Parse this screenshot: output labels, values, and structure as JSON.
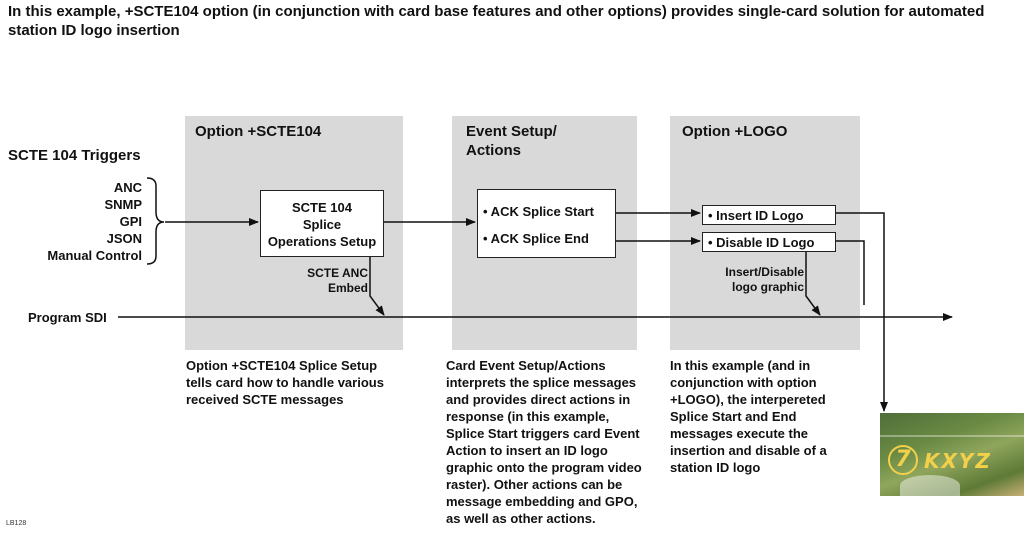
{
  "heading": "In this example, +SCTE104 option (in conjunction with card base features and other options) provides single-card solution for automated station ID logo insertion",
  "triggers": {
    "title": "SCTE 104 Triggers",
    "items": [
      "ANC",
      "SNMP",
      "GPI",
      "JSON",
      "Manual Control"
    ]
  },
  "program_sdi": "Program SDI",
  "panels": {
    "scte104": {
      "title": "Option +SCTE104",
      "box": [
        "SCTE 104",
        "Splice",
        "Operations Setup"
      ],
      "embed_label": [
        "SCTE ANC",
        "Embed"
      ],
      "description": "Option +SCTE104 Splice Setup tells card how to handle various received SCTE messages"
    },
    "event": {
      "title": "Event Setup/ Actions",
      "items": [
        "• ACK Splice Start",
        "• ACK Splice End"
      ],
      "description": "Card Event Setup/Actions interprets the splice messages and provides direct actions in response (in this example, Splice Start triggers card Event Action to insert an ID logo graphic onto the program video raster). Other actions can be message embedding and GPO, as well as other actions."
    },
    "logo": {
      "title": "Option +LOGO",
      "items": [
        "• Insert ID Logo",
        "• Disable ID Logo"
      ],
      "graphic_label": [
        "Insert/Disable",
        "logo graphic"
      ],
      "description": "In this example (and in conjunction with option +LOGO), the interpereted Splice Start and End messages execute the insertion and disable of a station ID logo"
    }
  },
  "output_logo": {
    "badge_number": "7",
    "call_sign": "KXYZ"
  },
  "figure_code": "LB128"
}
